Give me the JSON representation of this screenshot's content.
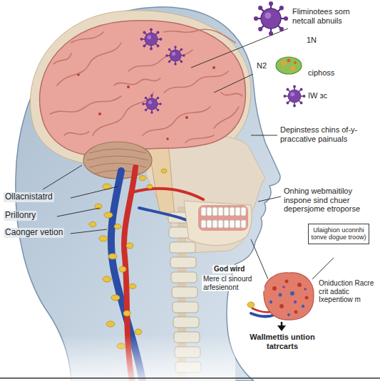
{
  "diagram": {
    "nodes": [
      {
        "text": [
          "Ulaighion uconnhi tonve dogue troow)"
        ]
      }
    ],
    "labels": [
      "Fliminotees sorn netcall abnuils",
      "1N",
      "N2",
      "ciphoss",
      "IW зc",
      "Depinstess chins of-y- praccative painuals",
      "Onhing webmaitiloy inspone sind chuer depersjome etroporse",
      "Ollacnistatrd",
      "Prillonry",
      "Caonger vetion",
      "God wird",
      "Mere cl sinourd arfesienont",
      "Oniduction Racre crit adatic Ixepentiow m",
      "Wallmettis untion tatrcarts"
    ]
  }
}
